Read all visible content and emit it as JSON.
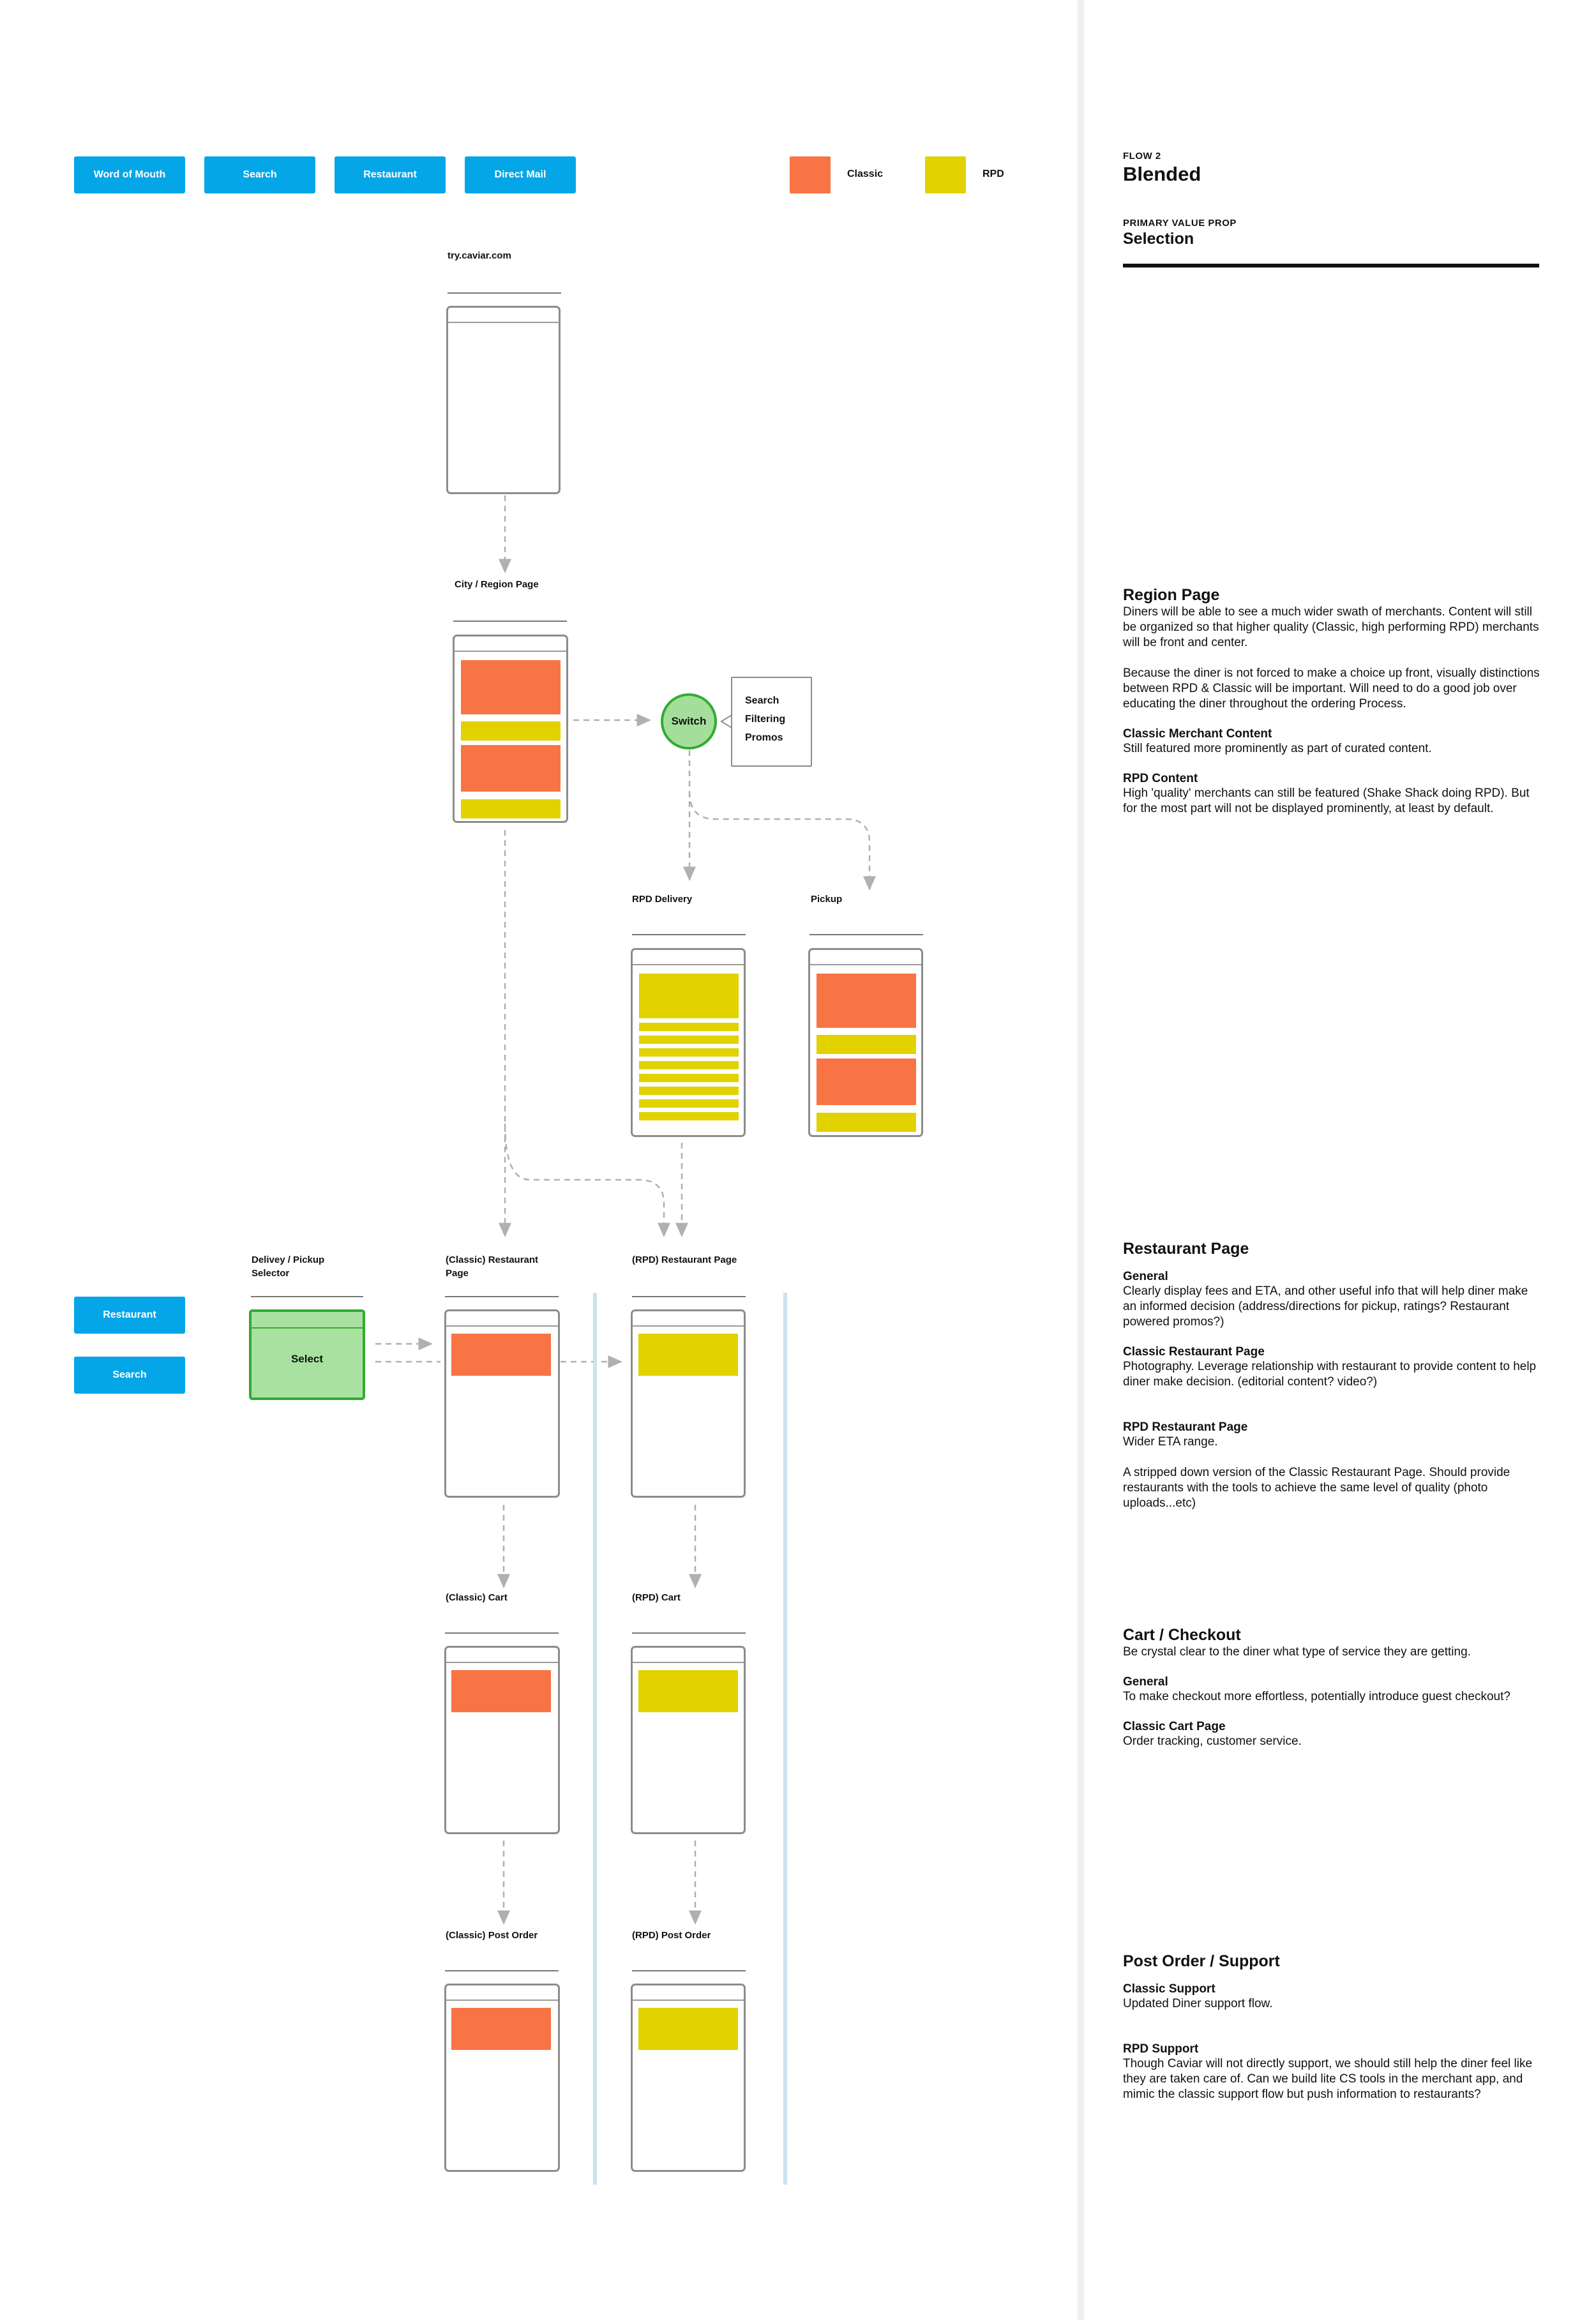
{
  "entry_points": [
    "Word of Mouth",
    "Search",
    "Restaurant",
    "Direct Mail"
  ],
  "legend": [
    {
      "label": "Classic",
      "color": "#f97444"
    },
    {
      "label": "RPD",
      "color": "#e1d200"
    }
  ],
  "flow": {
    "tag": "FLOW 2",
    "title": "Blended",
    "pvp_tag": "PRIMARY VALUE PROP",
    "pvp_value": "Selection"
  },
  "screens": {
    "try": "try.caviar.com",
    "region": "City / Region Page",
    "rpd_delivery": "RPD Delivery",
    "pickup": "Pickup",
    "selector": "Delivey / Pickup Selector",
    "classic_restaurant": "(Classic) Restaurant Page",
    "rpd_restaurant": "(RPD) Restaurant Page",
    "classic_cart": "(Classic) Cart",
    "rpd_cart": "(RPD) Cart",
    "classic_post": "(Classic) Post Order",
    "rpd_post": "(RPD) Post Order"
  },
  "switch": {
    "label": "Switch",
    "options": [
      "Search",
      "Filtering",
      "Promos"
    ]
  },
  "select_label": "Select",
  "left_chips": [
    "Restaurant",
    "Search"
  ],
  "notes": {
    "region": {
      "title": "Region Page",
      "p1": "Diners will be able to see a much wider swath of merchants. Content will still be organized so that higher quality (Classic, high performing RPD) merchants will be front and center.",
      "p2": "Because the diner is not forced to make a choice up front, visually distinctions between RPD & Classic will be important. Will need to do a good job over educating the diner throughout the ordering Process.",
      "h1": "Classic Merchant Content",
      "t1": "Still featured more prominently as part of curated content.",
      "h2": "RPD Content",
      "t2": "High 'quality' merchants can still be featured (Shake Shack doing RPD). But for the most part will not be displayed prominently, at least by default."
    },
    "restaurant": {
      "title": "Restaurant Page",
      "h1": "General",
      "t1": "Clearly display fees and ETA, and other useful info that will help diner make an informed decision (address/directions for pickup, ratings? Restaurant powered promos?)",
      "h2": "Classic Restaurant Page",
      "t2": "Photography. Leverage relationship with restaurant to provide content to help diner make decision. (editorial content? video?)",
      "h3": "RPD Restaurant Page",
      "t3": "Wider ETA range.",
      "t4": "A stripped down version of the Classic Restaurant Page. Should provide restaurants with the tools to achieve the same level of quality (photo uploads...etc)"
    },
    "cart": {
      "title": "Cart / Checkout",
      "t0": "Be crystal clear to the diner what type of service they are getting.",
      "h1": "General",
      "t1": "To make checkout more effortless, potentially introduce guest checkout?",
      "h2": "Classic Cart Page",
      "t2": "Order tracking, customer service."
    },
    "post": {
      "title": "Post Order / Support",
      "h1": "Classic Support",
      "t1": "Updated Diner support flow.",
      "h2": "RPD Support",
      "t2": "Though Caviar will not directly support, we should still help the diner feel like they are taken care of. Can we build lite CS tools in the merchant app, and mimic the classic support flow but push information to restaurants?"
    }
  }
}
